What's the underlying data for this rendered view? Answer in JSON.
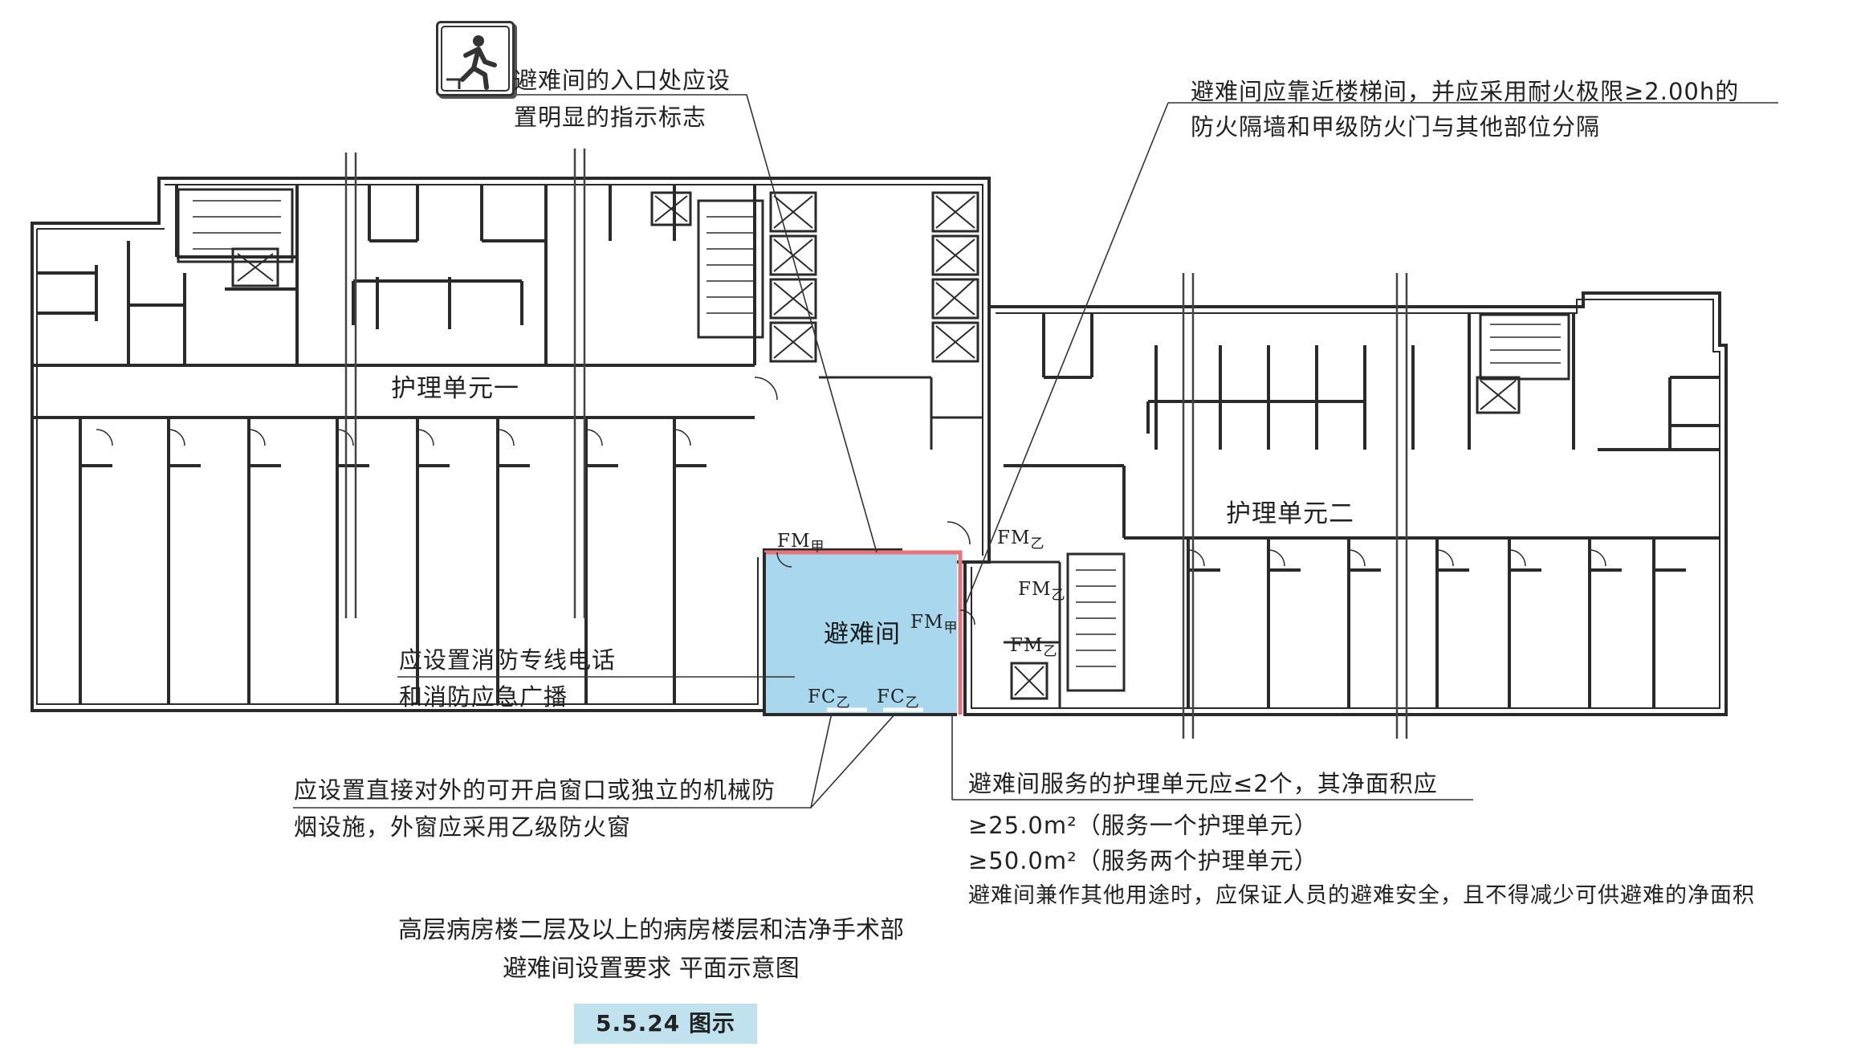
{
  "diagram": {
    "rooms": {
      "unit_one": "护理单元一",
      "unit_two": "护理单元二",
      "refuge": "避难间"
    },
    "door_tags": {
      "fm_jia_1": {
        "main": "FM",
        "sub": "甲"
      },
      "fm_jia_2": {
        "main": "FM",
        "sub": "甲"
      },
      "fm_yi_1": {
        "main": "FM",
        "sub": "乙"
      },
      "fm_yi_2": {
        "main": "FM",
        "sub": "乙"
      },
      "fm_yi_3": {
        "main": "FM",
        "sub": "乙"
      },
      "fc_yi_1": {
        "main": "FC",
        "sub": "乙"
      },
      "fc_yi_2": {
        "main": "FC",
        "sub": "乙"
      }
    },
    "icons": [
      "emergency-exit-icon",
      "elevator-icon",
      "staircase-icon"
    ],
    "colors": {
      "refuge_fill": "#a9d8ee",
      "refuge_wall": "#e8747a",
      "wall": "#2a2a2a"
    }
  },
  "annotations": {
    "sign": {
      "line1": "避难间的入口处应设",
      "line2": "置明显的指示标志"
    },
    "stair": {
      "line1": "避难间应靠近楼梯间，并应采用耐火极限≥2.00h的",
      "line2": "防火隔墙和甲级防火门与其他部位分隔"
    },
    "phone": {
      "line1": "应设置消防专线电话",
      "line2": "和消防应急广播"
    },
    "window": {
      "line1": "应设置直接对外的可开启窗口或独立的机械防",
      "line2": "烟设施，外窗应采用乙级防火窗"
    },
    "area": {
      "line1": "避难间服务的护理单元应≤2个，其净面积应",
      "line2": "≥25.0m²（服务一个护理单元）",
      "line3": "≥50.0m²（服务两个护理单元）",
      "line4": "避难间兼作其他用途时，应保证人员的避难安全，且不得减少可供避难的净面积"
    }
  },
  "caption": {
    "line1": "高层病房楼二层及以上的病房楼层和洁净手术部",
    "line2": "避难间设置要求  平面示意图"
  },
  "figure_badge": "5.5.24 图示"
}
